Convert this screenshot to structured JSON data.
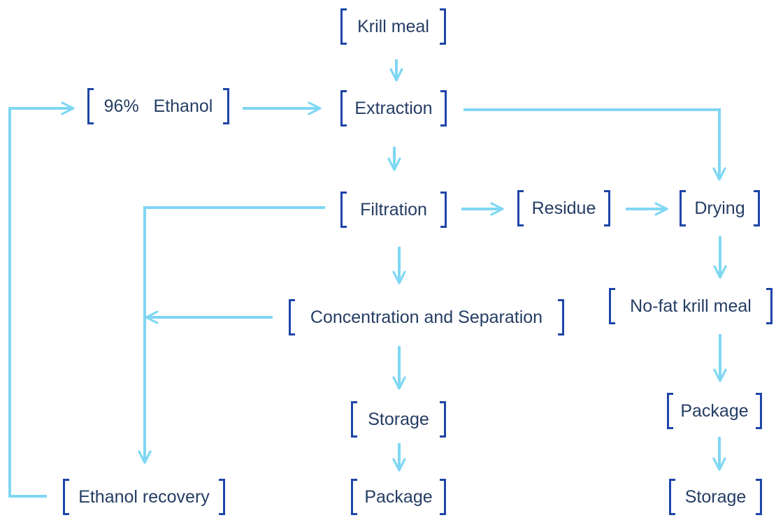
{
  "colors": {
    "arrow": "#7fd7f3",
    "bracket": "#1e45a8",
    "text": "#253d64"
  },
  "nodes": {
    "krill_meal": "Krill meal",
    "ethanol": "96%   Ethanol",
    "extraction": "Extraction",
    "filtration": "Filtration",
    "residue": "Residue",
    "drying": "Drying",
    "concentration": "Concentration and Separation",
    "nofat": "No-fat krill meal",
    "storage_mid": "Storage",
    "package_right": "Package",
    "recovery": "Ethanol recovery",
    "package_mid": "Package",
    "storage_right": "Storage"
  }
}
